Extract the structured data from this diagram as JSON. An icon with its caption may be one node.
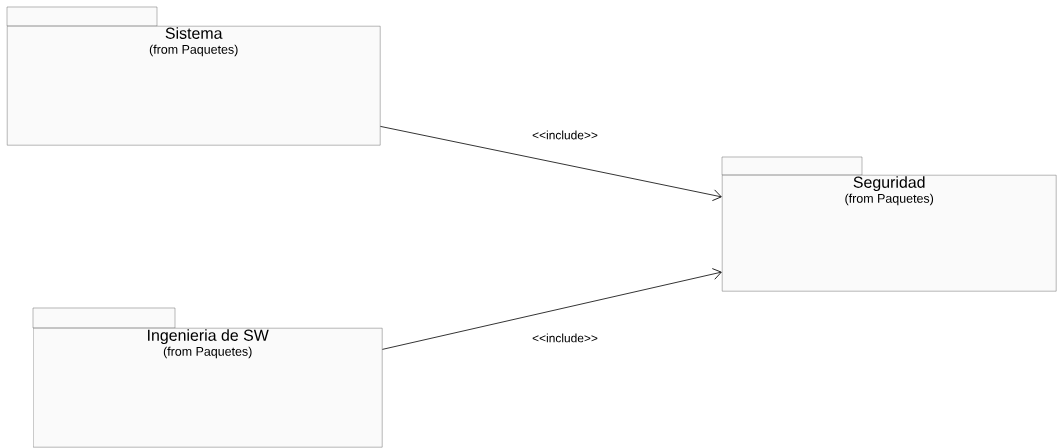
{
  "diagram": {
    "nodes": [
      {
        "text": [
          "Sistema",
          "(from Paquetes)"
        ]
      },
      {
        "text": [
          "Seguridad",
          "(from Paquetes)"
        ]
      },
      {
        "text": [
          "Ingenieria de SW",
          "(from Paquetes)"
        ]
      }
    ],
    "edges": [
      {
        "from": 0,
        "to": 1,
        "arrow": "to",
        "label": "<<include>>"
      },
      {
        "from": 2,
        "to": 1,
        "arrow": "to",
        "label": "<<include>>"
      }
    ]
  }
}
